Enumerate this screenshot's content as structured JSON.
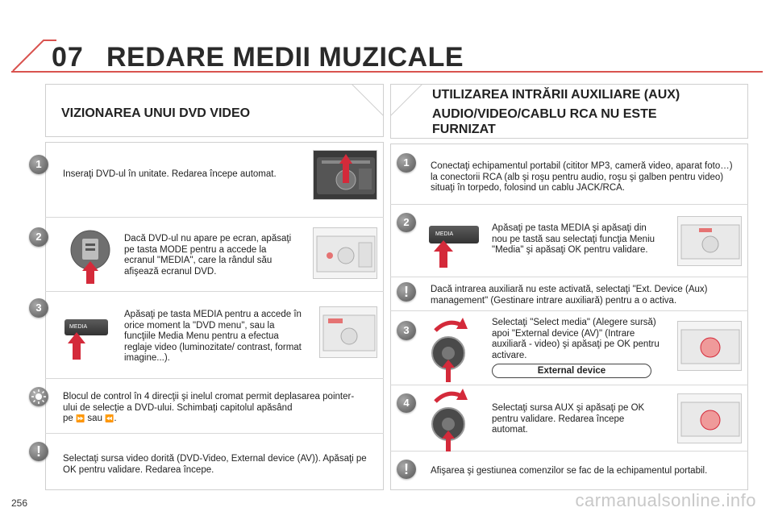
{
  "header": {
    "chapter": "07",
    "title": "REDARE MEDII MUZICALE"
  },
  "left": {
    "title": "VIZIONAREA UNUI DVD VIDEO",
    "steps": [
      {
        "badge": "1",
        "text": "Inseraţi DVD-ul în unitate. Redarea începe automat."
      },
      {
        "badge": "2",
        "text": "Dacă DVD-ul nu apare pe ecran, apăsaţi pe tasta MODE pentru a accede la ecranul \"MEDIA\", care la rândul său afişează ecranul DVD."
      },
      {
        "badge": "3",
        "text": "Apăsaţi pe tasta MEDIA pentru a accede în orice moment la \"DVD menu\", sau la funcţiile Media Menu pentru a efectua reglaje video (luminozitate/ contrast, format imagine...).",
        "button_label": "MEDIA"
      }
    ],
    "tip": {
      "line1": "Blocul de control în 4 direcţii şi inelul cromat permit deplasarea pointer-ului de selecţie a DVD-ului. Schimbaţi capitolul apăsând",
      "pe": "pe",
      "ff": "⏩",
      "sau": "sau",
      "rew": "⏪",
      "end": "."
    },
    "warning": {
      "badge": "!",
      "text": "Selectaţi sursa video dorită (DVD-Video, External device (AV)). Apăsaţi pe OK pentru validare. Redarea începe."
    }
  },
  "right": {
    "title_line1": "UTILIZAREA INTRĂRII AUXILIARE (AUX)",
    "title_line2": "AUDIO/VIDEO/CABLU RCA NU ESTE",
    "title_line3": "FURNIZAT",
    "step1": {
      "badge": "1",
      "text": "Conectaţi echipamentul portabil (cititor MP3, cameră video, aparat foto…) la conectorii RCA (alb şi roşu pentru audio, roşu şi galben pentru video) situaţi în torpedo, folosind un cablu JACK/RCA."
    },
    "step2": {
      "badge": "2",
      "text": "Apăsaţi pe tasta MEDIA şi apăsaţi din nou pe tastă sau selectaţi funcţia Meniu \"Media\" şi apăsaţi OK pentru validare.",
      "button_label": "MEDIA"
    },
    "warn1": {
      "badge": "!",
      "text": "Dacă intrarea auxiliară nu este activată, selectaţi \"Ext. Device (Aux) management\" (Gestinare intrare auxiliară) pentru a o activa."
    },
    "step3": {
      "badge": "3",
      "text": "Selectaţi \"Select media\" (Alegere sursă) apoi \"External device (AV)\" (Intrare auxiliară - video) şi apăsaţi pe OK pentru activare.",
      "ext_label": "External device"
    },
    "step4": {
      "badge": "4",
      "text": "Selectaţi sursa AUX şi apăsaţi pe OK pentru validare. Redarea începe automat."
    },
    "warn2": {
      "badge": "!",
      "text": "Afişarea şi gestiunea comenzilor se fac de la echipamentul portabil."
    }
  },
  "footer": {
    "page": "256",
    "watermark": "carmanualsonline.info"
  },
  "colors": {
    "accent": "#d9534f",
    "arrow": "#d42a3a",
    "grey": "#7a7a7a"
  }
}
